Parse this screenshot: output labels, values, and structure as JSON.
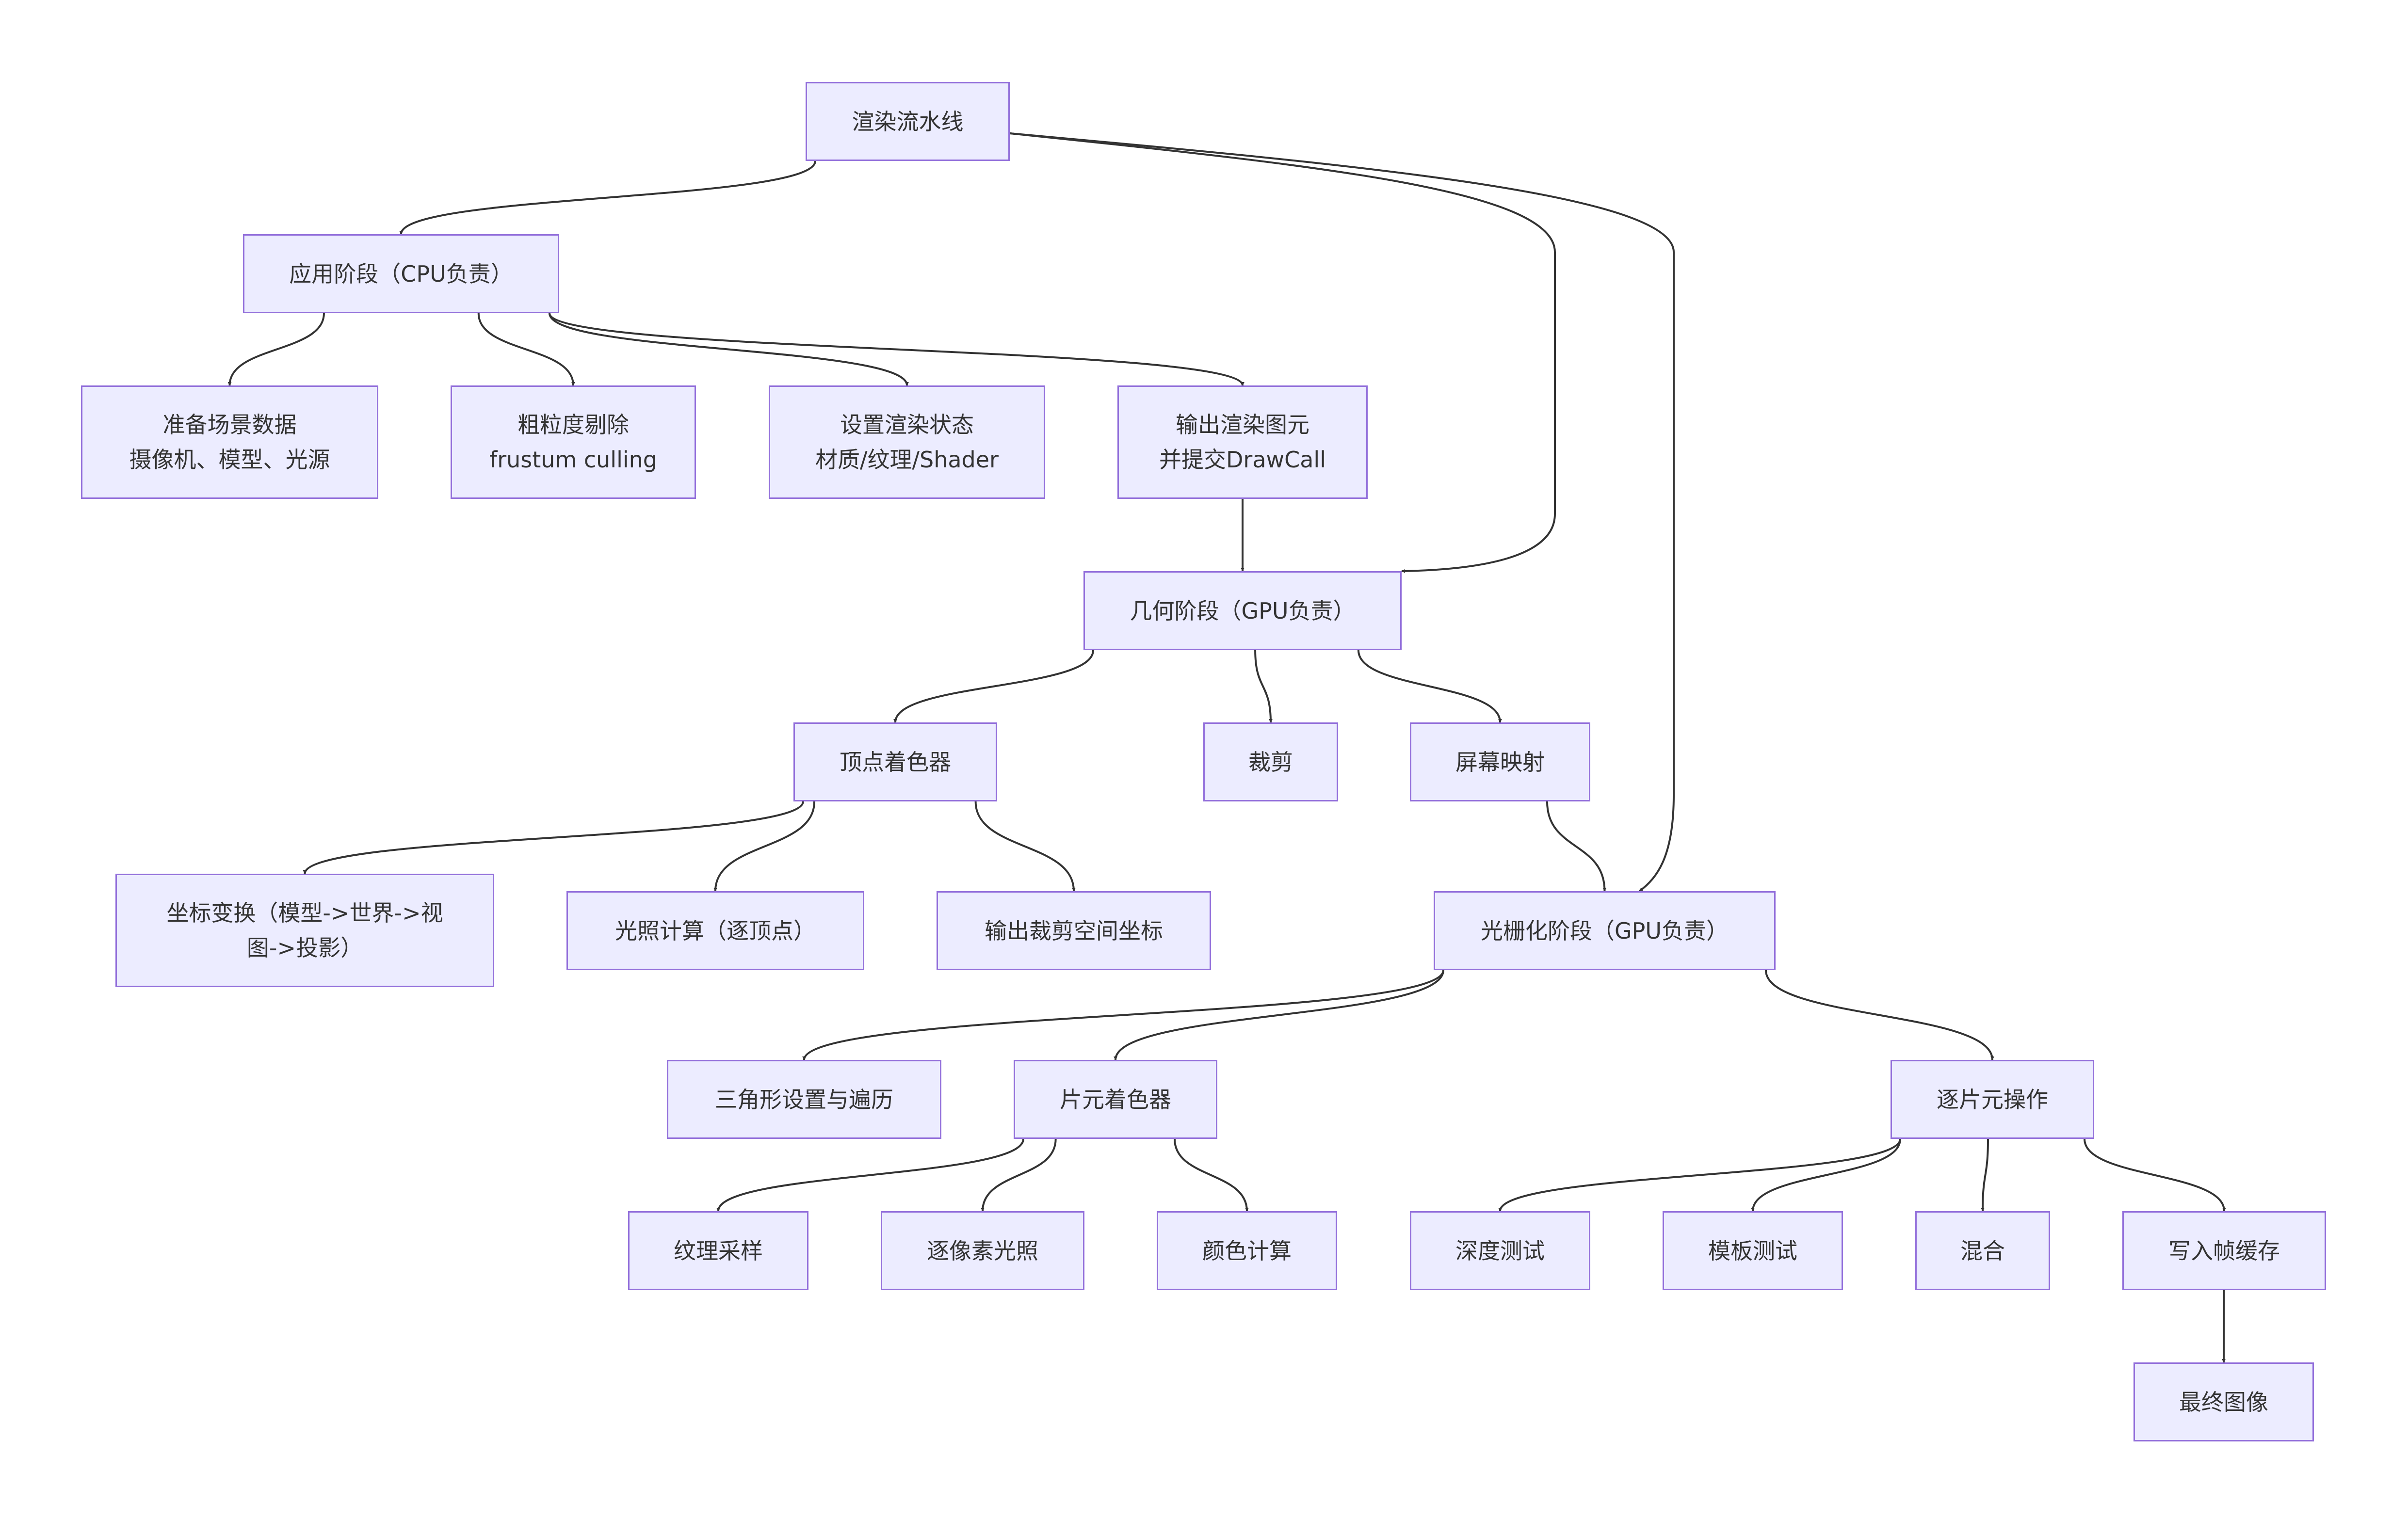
{
  "colors": {
    "node_fill": "#ececff",
    "node_border": "#9370db",
    "edge": "#333333",
    "text": "#333333"
  },
  "nodes": {
    "root": {
      "line1": "渲染流水线"
    },
    "app": {
      "line1": "应用阶段（CPU负责）"
    },
    "prep": {
      "line1": "准备场景数据",
      "line2": "摄像机、模型、光源"
    },
    "cull": {
      "line1": "粗粒度剔除",
      "line2": "frustum culling"
    },
    "state": {
      "line1": "设置渲染状态",
      "line2": "材质/纹理/Shader"
    },
    "output": {
      "line1": "输出渲染图元",
      "line2": "并提交DrawCall"
    },
    "geo": {
      "line1": "几何阶段（GPU负责）"
    },
    "vs": {
      "line1": "顶点着色器"
    },
    "clip": {
      "line1": "裁剪"
    },
    "screen": {
      "line1": "屏幕映射"
    },
    "coord": {
      "line1": "坐标变换（模型->世界->视",
      "line2": "图->投影）"
    },
    "light": {
      "line1": "光照计算（逐顶点）"
    },
    "clipout": {
      "line1": "输出裁剪空间坐标"
    },
    "raster": {
      "line1": "光栅化阶段（GPU负责）"
    },
    "tri": {
      "line1": "三角形设置与遍历"
    },
    "fs": {
      "line1": "片元着色器"
    },
    "perfrag": {
      "line1": "逐片元操作"
    },
    "tex": {
      "line1": "纹理采样"
    },
    "pixlight": {
      "line1": "逐像素光照"
    },
    "color": {
      "line1": "颜色计算"
    },
    "depth": {
      "line1": "深度测试"
    },
    "stencil": {
      "line1": "模板测试"
    },
    "blend": {
      "line1": "混合"
    },
    "fb": {
      "line1": "写入帧缓存"
    },
    "final": {
      "line1": "最终图像"
    }
  },
  "edges": [
    {
      "from": "root",
      "to": "app"
    },
    {
      "from": "root",
      "to": "geo"
    },
    {
      "from": "root",
      "to": "raster"
    },
    {
      "from": "app",
      "to": "prep"
    },
    {
      "from": "app",
      "to": "cull"
    },
    {
      "from": "app",
      "to": "state"
    },
    {
      "from": "app",
      "to": "output"
    },
    {
      "from": "output",
      "to": "geo"
    },
    {
      "from": "geo",
      "to": "vs"
    },
    {
      "from": "geo",
      "to": "clip"
    },
    {
      "from": "geo",
      "to": "screen"
    },
    {
      "from": "vs",
      "to": "coord"
    },
    {
      "from": "vs",
      "to": "light"
    },
    {
      "from": "vs",
      "to": "clipout"
    },
    {
      "from": "screen",
      "to": "raster"
    },
    {
      "from": "raster",
      "to": "tri"
    },
    {
      "from": "raster",
      "to": "fs"
    },
    {
      "from": "raster",
      "to": "perfrag"
    },
    {
      "from": "fs",
      "to": "tex"
    },
    {
      "from": "fs",
      "to": "pixlight"
    },
    {
      "from": "fs",
      "to": "color"
    },
    {
      "from": "perfrag",
      "to": "depth"
    },
    {
      "from": "perfrag",
      "to": "stencil"
    },
    {
      "from": "perfrag",
      "to": "blend"
    },
    {
      "from": "perfrag",
      "to": "fb"
    },
    {
      "from": "fb",
      "to": "final"
    }
  ]
}
